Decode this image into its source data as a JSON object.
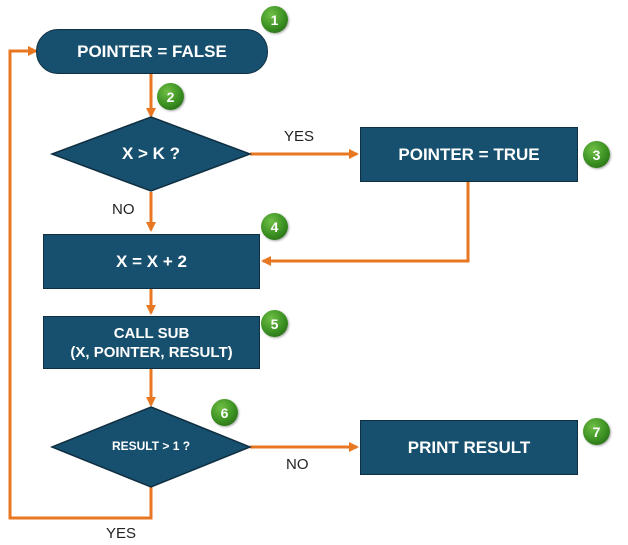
{
  "colors": {
    "shape_fill": "#17506e",
    "shape_border": "#0f2f42",
    "arrow": "#e87722",
    "badge": "#3a8f21"
  },
  "nodes": {
    "start": "POINTER = FALSE",
    "decision_x_gt_k": "X > K ?",
    "set_pointer_true": "POINTER = TRUE",
    "increment_x": "X = X + 2",
    "call_sub_line1": "CALL SUB",
    "call_sub_line2": "(X, POINTER, RESULT)",
    "decision_result": "RESULT > 1 ?",
    "print_result": "PRINT RESULT"
  },
  "edge_labels": {
    "yes_to_true": "YES",
    "no_from_xk": "NO",
    "no_to_print": "NO",
    "yes_loop_back": "YES"
  },
  "badges": [
    "1",
    "2",
    "3",
    "4",
    "5",
    "6",
    "7"
  ]
}
